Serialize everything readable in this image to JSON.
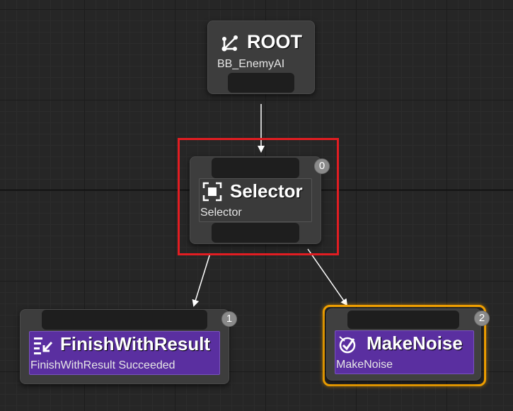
{
  "graph": {
    "root": {
      "title": "ROOT",
      "subtitle": "BB_EnemyAI",
      "icon": "branch-icon"
    },
    "selector": {
      "title": "Selector",
      "subtitle": "Selector",
      "index": "0",
      "icon": "selector-icon"
    },
    "finish_with_result": {
      "title": "FinishWithResult",
      "subtitle": "FinishWithResult Succeeded",
      "index": "1",
      "icon": "finish-task-icon"
    },
    "make_noise": {
      "title": "MakeNoise",
      "subtitle": "MakeNoise",
      "index": "2",
      "icon": "noise-task-icon"
    }
  },
  "colors": {
    "background": "#262626",
    "task_purple": "#5a2fa0",
    "selection_red": "#e21d22",
    "active_orange": "#f5a300"
  }
}
